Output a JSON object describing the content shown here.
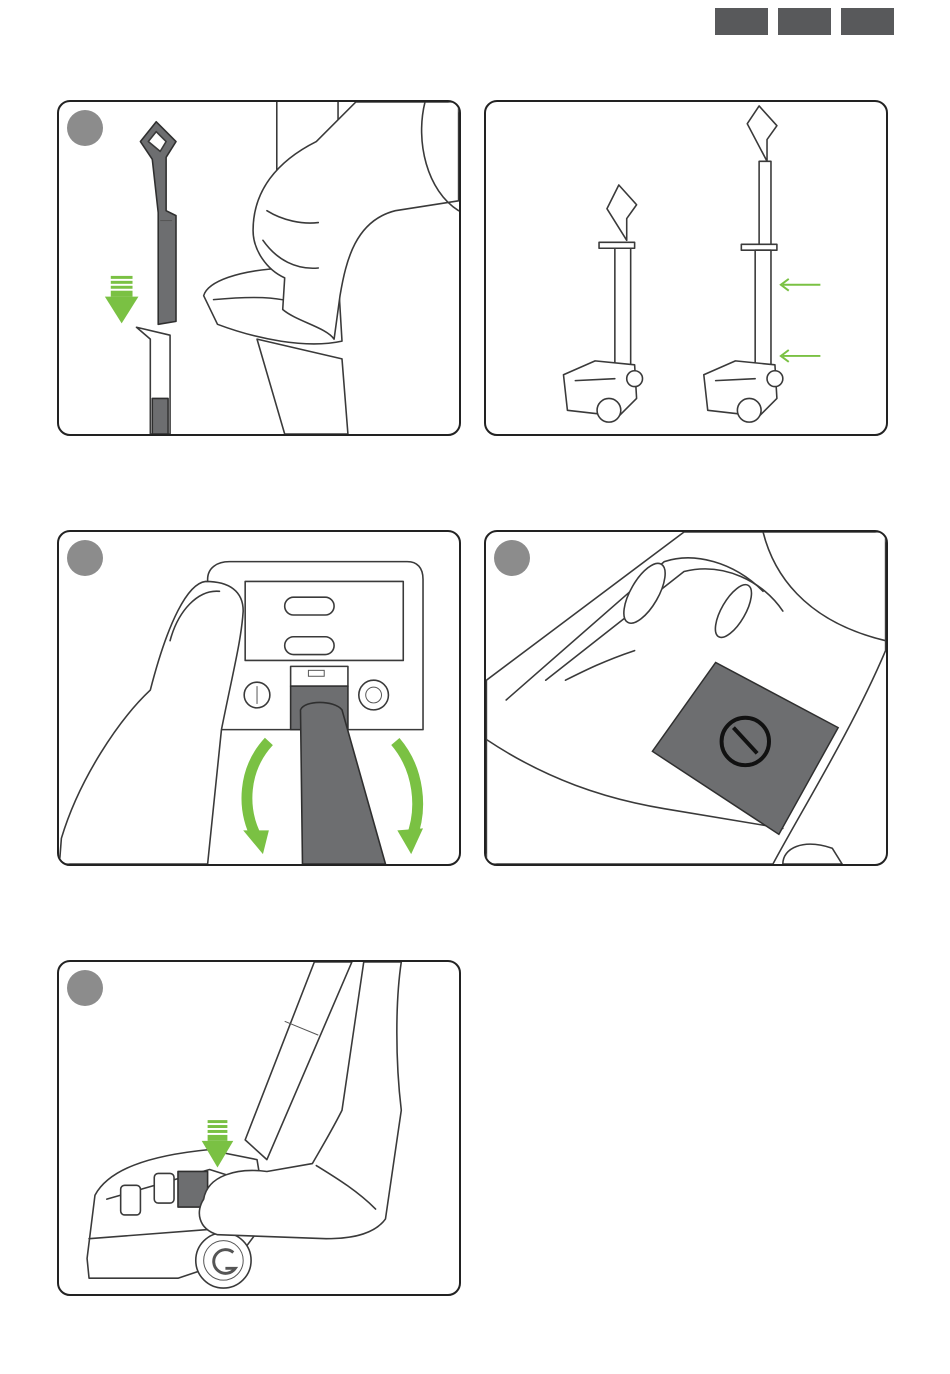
{
  "header": {
    "tabs": [
      "",
      "",
      ""
    ]
  },
  "panels": [
    {
      "id": "step-attach-handle",
      "badge": "",
      "icons": [
        "handle-icon",
        "down-arrow-icon",
        "hand-icon"
      ]
    },
    {
      "id": "step-handle-heights",
      "badge": null,
      "icons": [
        "vacuum-short-icon",
        "vacuum-tall-icon",
        "arrow-left-icon"
      ]
    },
    {
      "id": "step-battery-twist",
      "badge": "",
      "icons": [
        "foot-icon",
        "curved-arrow-icon"
      ]
    },
    {
      "id": "step-no-symbol",
      "badge": "",
      "icons": [
        "prohibition-icon"
      ]
    },
    {
      "id": "step-press-pedal",
      "badge": "",
      "icons": [
        "foot-icon",
        "down-arrow-icon"
      ]
    }
  ],
  "colors": {
    "accent_green": "#7ac143",
    "badge_gray": "#8c8c8c",
    "tab_gray": "#58595b",
    "part_dark": "#6d6e70",
    "outline": "#222222"
  }
}
